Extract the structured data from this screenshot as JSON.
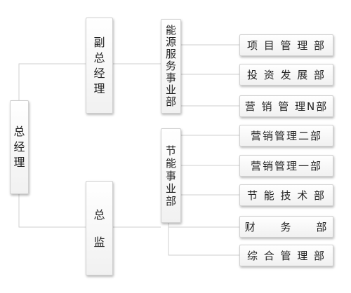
{
  "org": {
    "ceo": "总经理",
    "vp": "副总经理",
    "director": [
      "总",
      "监"
    ],
    "energy_service_division": "能源服务事业部",
    "energy_saving_division": "节能事业部",
    "departments": [
      "项 目 管 理 部",
      "投 资 发 展 部",
      "营 销 管 理N部",
      "营销管理二部",
      "营销管理一部",
      "节 能 技 术 部",
      "财     务     部",
      "综 合 管 理 部"
    ]
  },
  "colors": {
    "line": "#cfcfcf",
    "box_border": "#d0d0d0"
  }
}
